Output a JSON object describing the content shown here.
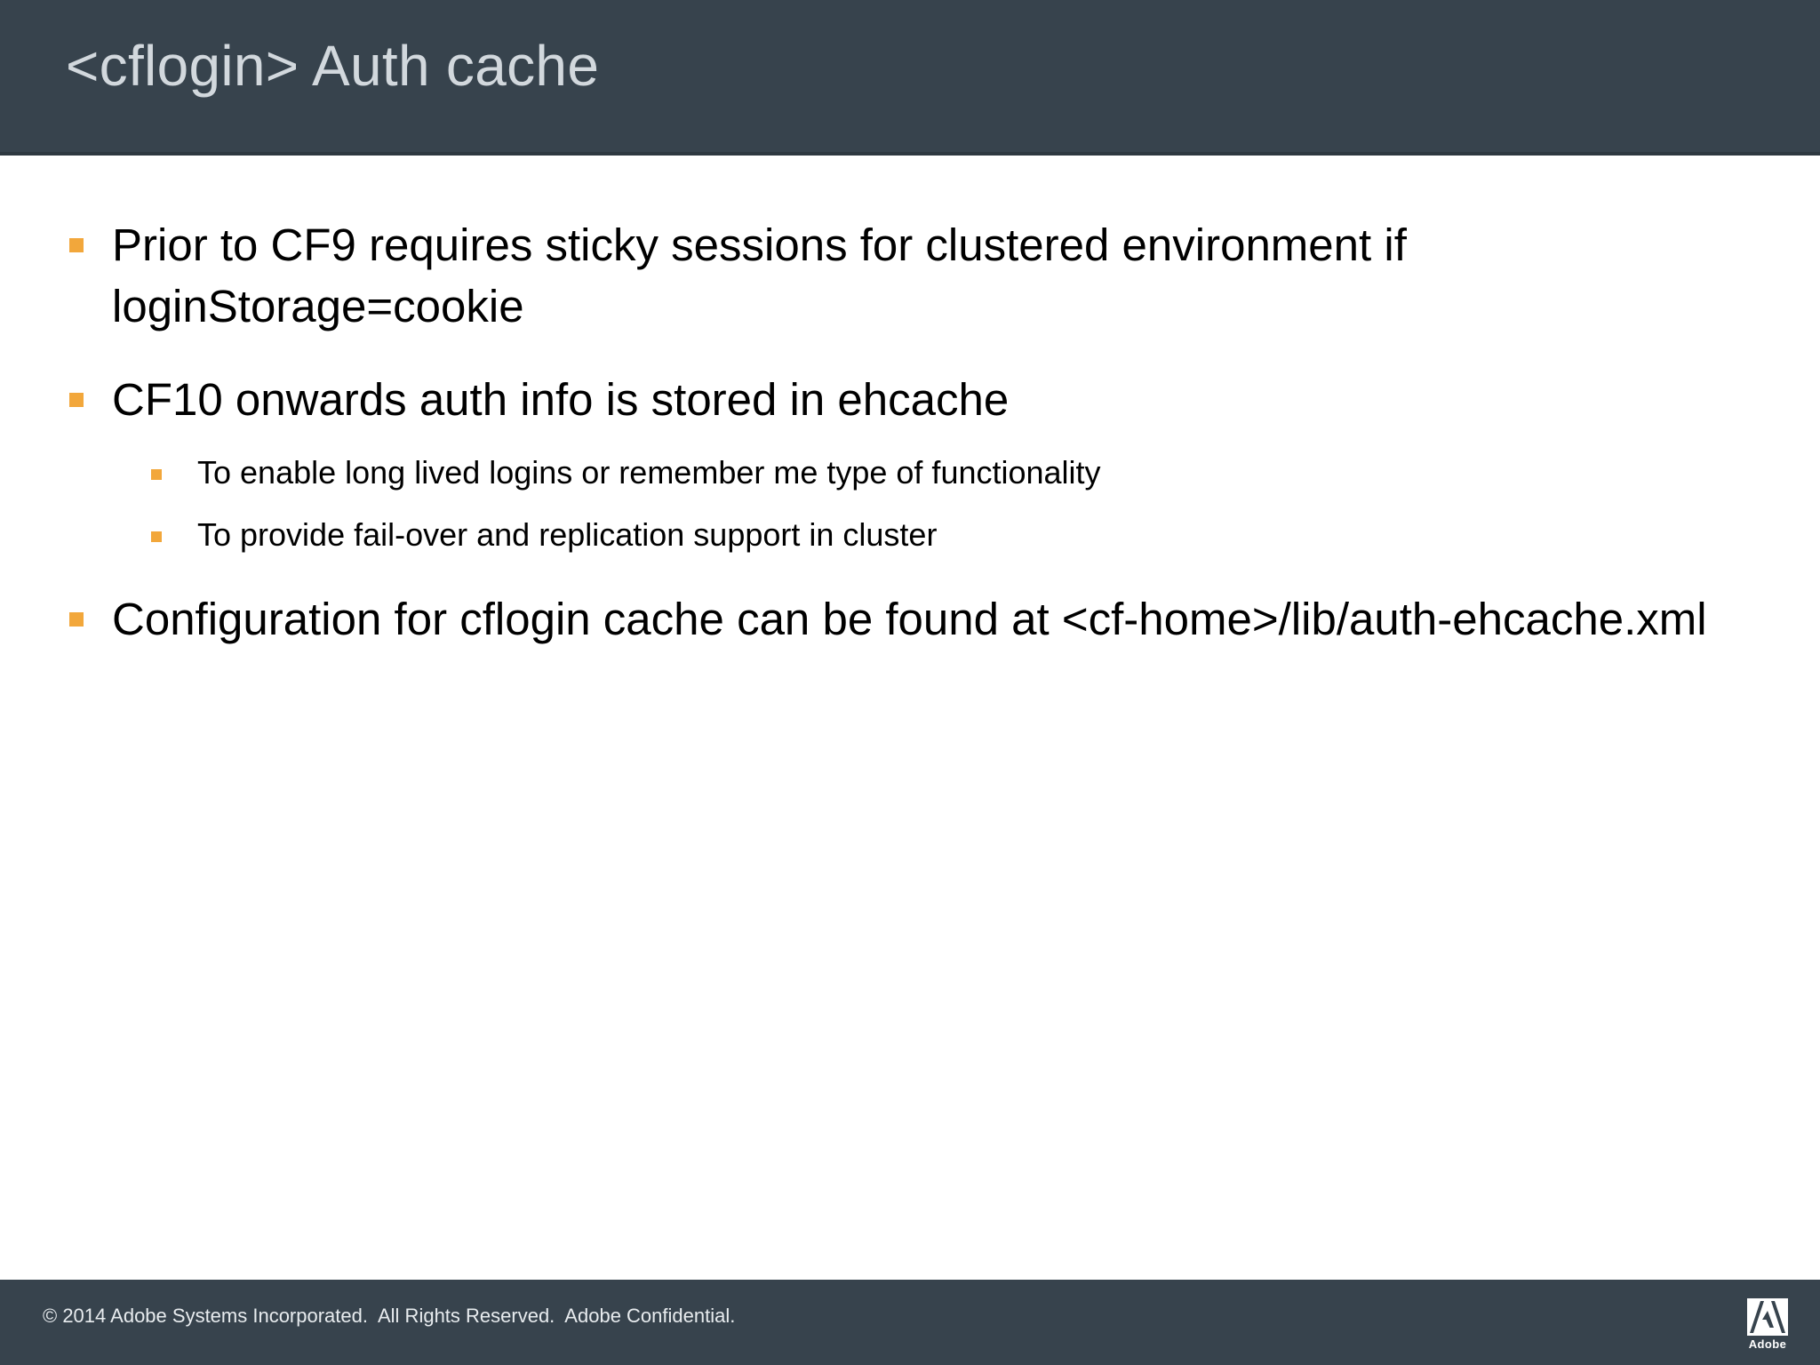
{
  "header": {
    "title": "<cflogin> Auth cache",
    "background_color": "#37434D",
    "title_color": "#D2D8DD"
  },
  "body": {
    "bullet_color": "#F2A73B",
    "text_color": "#000000",
    "background_color": "#FFFFFF",
    "bullets": [
      {
        "level": 1,
        "text": "Prior to CF9 requires sticky sessions for clustered environment if loginStorage=cookie",
        "children": []
      },
      {
        "level": 1,
        "text": "CF10 onwards auth info is stored in ehcache",
        "children": [
          {
            "level": 2,
            "text": "To enable long lived logins or remember me type of functionality"
          },
          {
            "level": 2,
            "text": "To provide fail-over and replication support in cluster"
          }
        ]
      },
      {
        "level": 1,
        "text": "Configuration for cflogin cache can be found at <cf-home>/lib/auth-ehcache.xml",
        "children": []
      }
    ]
  },
  "footer": {
    "copyright": "© 2014 Adobe Systems Incorporated.  All Rights Reserved.  Adobe Confidential.",
    "background_color": "#37434D",
    "text_color": "#E8ECEF",
    "logo": {
      "name": "adobe-logo",
      "wordmark": "Adobe",
      "color": "#FFFFFF"
    }
  }
}
